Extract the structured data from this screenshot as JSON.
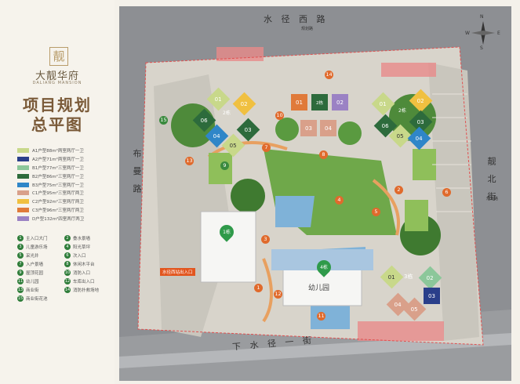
{
  "branding": {
    "logo_char": "靓",
    "name_cn": "大靓华府",
    "name_en": "DALIANG MANSION",
    "title_line1": "项目规划",
    "title_line2": "总平图"
  },
  "legend": {
    "units": [
      {
        "label": "A1户型88m²两室两厅一卫",
        "color": "#c8d88a"
      },
      {
        "label": "A2户型71m²两室两厅一卫",
        "color": "#2a3f8a"
      },
      {
        "label": "B1户型77m²三室两厅一卫",
        "color": "#8cc79a"
      },
      {
        "label": "B2户型86m²三室两厅一卫",
        "color": "#2d6b3c"
      },
      {
        "label": "B3户型75m²三室两厅一卫",
        "color": "#2f86c8"
      },
      {
        "label": "C1户型95m²三室两厅两卫",
        "color": "#d9a08a"
      },
      {
        "label": "C2户型92m²三室两厅两卫",
        "color": "#f0c040"
      },
      {
        "label": "C3户型96m²三室两厅两卫",
        "color": "#e07a3a"
      },
      {
        "label": "D户型132m²四室两厅两卫",
        "color": "#9b82c4"
      }
    ],
    "facilities": [
      {
        "num": "1",
        "label": "主入口大门"
      },
      {
        "num": "2",
        "label": "叠水景墙"
      },
      {
        "num": "3",
        "label": "儿童游乐场"
      },
      {
        "num": "4",
        "label": "阳光草坪"
      },
      {
        "num": "5",
        "label": "采光井"
      },
      {
        "num": "6",
        "label": "次入口"
      },
      {
        "num": "7",
        "label": "入户景墙"
      },
      {
        "num": "8",
        "label": "休闲木平台"
      },
      {
        "num": "9",
        "label": "屋顶花园"
      },
      {
        "num": "10",
        "label": "消防入口"
      },
      {
        "num": "11",
        "label": "幼儿园"
      },
      {
        "num": "12",
        "label": "车库出入口"
      },
      {
        "num": "13",
        "label": "商业街"
      },
      {
        "num": "14",
        "label": "消防扑救场地"
      },
      {
        "num": "15",
        "label": "商业街花池"
      }
    ]
  },
  "map": {
    "roads": {
      "north": "水 径 西 路",
      "south": "下 水 径 一 街",
      "west": "布 曼 路",
      "east": "靓 北 街",
      "north_sub": "规划路",
      "east_sub": "规划路"
    },
    "compass": {
      "n": "N",
      "s": "S",
      "e": "E",
      "w": "W"
    },
    "buildings": {
      "b1": "1栋",
      "b4": "4栋",
      "b3": "3栋",
      "b2a": "2栋",
      "b2b": "2栋",
      "b2c": "2栋",
      "kindergarten": "幼儿园"
    },
    "gate_label": "水径西站出入口",
    "units": {
      "u01": "01",
      "u02": "02",
      "u03": "03",
      "u04": "04",
      "u05": "05",
      "u06": "06"
    },
    "markers": {
      "m1": "1",
      "m2": "2",
      "m3": "3",
      "m4": "4",
      "m5": "5",
      "m6": "6",
      "m7": "7",
      "m8": "8",
      "m9": "9",
      "m10": "10",
      "m11": "11",
      "m12": "12",
      "m13": "13",
      "m14": "14",
      "m15": "15"
    }
  }
}
